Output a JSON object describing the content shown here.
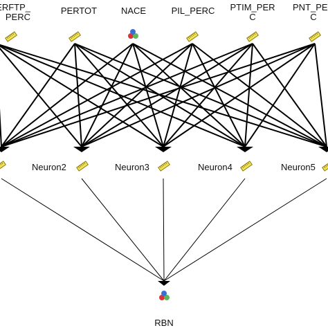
{
  "inputs": [
    {
      "label": "ERFTP_\nPERC",
      "icon": "ruler-icon"
    },
    {
      "label": "PERTOT",
      "icon": "ruler-icon"
    },
    {
      "label": "NACE",
      "icon": "nominal-balls-icon"
    },
    {
      "label": "PIL_PERC",
      "icon": "ruler-icon"
    },
    {
      "label": "PTIM_PER\nC",
      "icon": "ruler-icon"
    },
    {
      "label": "PNT_PER\nC",
      "icon": "ruler-icon"
    }
  ],
  "hidden": [
    {
      "label": "",
      "icon": "ruler-icon"
    },
    {
      "label": "Neuron2",
      "icon": "ruler-icon"
    },
    {
      "label": "Neuron3",
      "icon": "ruler-icon"
    },
    {
      "label": "Neuron4",
      "icon": "ruler-icon"
    },
    {
      "label": "Neuron5",
      "icon": "ruler-icon"
    }
  ],
  "output": {
    "label": "RBN",
    "icon": "nominal-balls-icon"
  },
  "colors": {
    "ruler": "#f2e35a",
    "ruler_edge": "#8a7a10",
    "ball_red": "#d8343a",
    "ball_green": "#5cb85c",
    "ball_blue": "#3a6fd8",
    "line": "#000000"
  }
}
